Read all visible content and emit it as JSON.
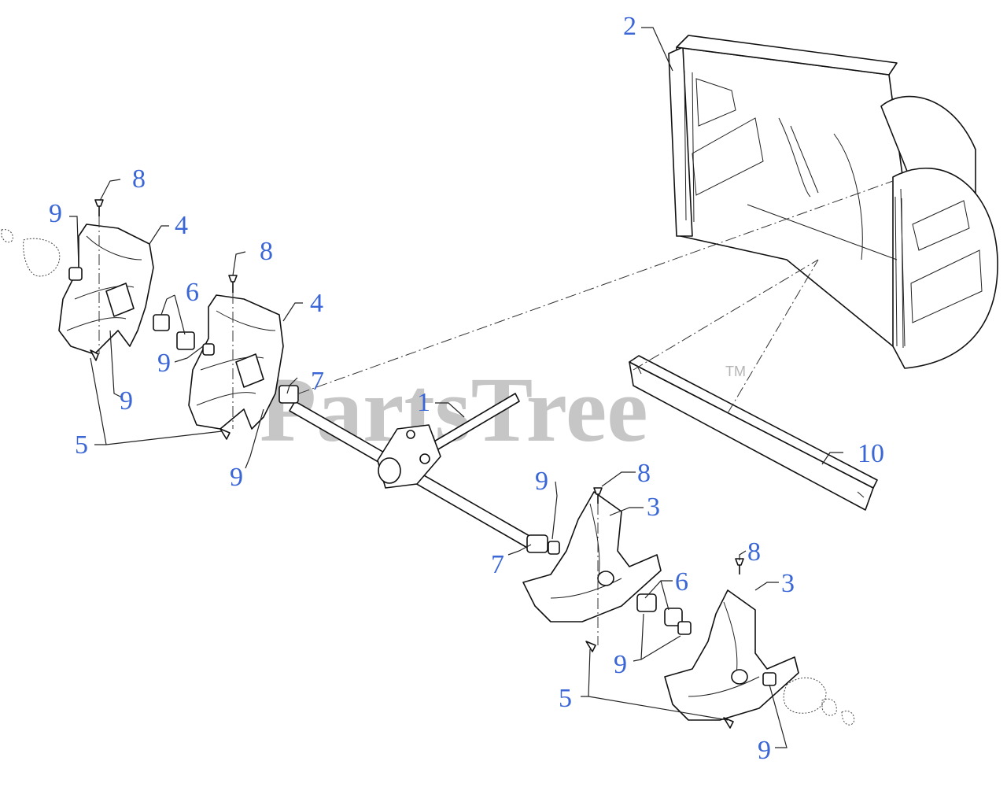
{
  "watermark": {
    "brand": "PartsTree",
    "trademark": "TM"
  },
  "callouts": {
    "c1": "1",
    "c2": "2",
    "c3a": "3",
    "c3b": "3",
    "c4a": "4",
    "c4b": "4",
    "c5a": "5",
    "c5b": "5",
    "c6a": "6",
    "c6b": "6",
    "c7a": "7",
    "c7b": "7",
    "c8a": "8",
    "c8b": "8",
    "c8c": "8",
    "c8d": "8",
    "c9a": "9",
    "c9b": "9",
    "c9c": "9",
    "c9d": "9",
    "c9e": "9",
    "c9f": "9",
    "c9g": "9",
    "c10": "10"
  },
  "colors": {
    "callout": "#3a66d6",
    "linework": "#111111",
    "watermark": "#b4b4b4",
    "background": "#ffffff"
  }
}
